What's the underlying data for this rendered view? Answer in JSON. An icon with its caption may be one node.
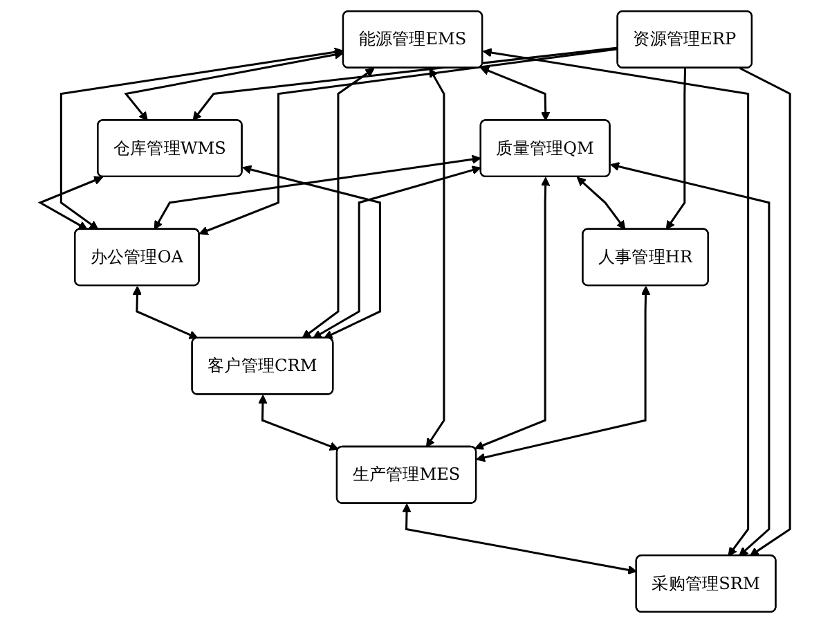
{
  "diagram": {
    "nodes": [
      {
        "text": [
          "能源管理EMS"
        ]
      },
      {
        "text": [
          "质量管理QM"
        ]
      },
      {
        "text": [
          "仓库管理WMS"
        ]
      },
      {
        "text": [
          "资源管理ERP"
        ]
      },
      {
        "text": [
          "人事管理HR"
        ]
      },
      {
        "text": [
          "办公管理OA"
        ]
      },
      {
        "text": [
          "采购管理SRM"
        ]
      },
      {
        "text": [
          "客户管理CRM"
        ]
      },
      {
        "text": [
          "生产管理MES"
        ]
      }
    ],
    "edges": [
      {
        "from": 0,
        "to": 1,
        "arrow": "both"
      },
      {
        "from": 0,
        "to": 2,
        "arrow": "both"
      },
      {
        "from": 1,
        "to": 4,
        "arrow": "both"
      },
      {
        "from": 2,
        "to": 5,
        "arrow": "both"
      },
      {
        "from": 5,
        "to": 7,
        "arrow": "both"
      },
      {
        "from": 7,
        "to": 8,
        "arrow": "both"
      },
      {
        "from": 8,
        "to": 6,
        "arrow": "both"
      },
      {
        "from": 0,
        "to": 5,
        "arrow": "both"
      },
      {
        "from": 0,
        "to": 7,
        "arrow": "both"
      },
      {
        "from": 0,
        "to": 8,
        "arrow": "both"
      },
      {
        "from": 0,
        "to": 6,
        "arrow": "both"
      },
      {
        "from": 1,
        "to": 5,
        "arrow": "both"
      },
      {
        "from": 1,
        "to": 7,
        "arrow": "both"
      },
      {
        "from": 1,
        "to": 8,
        "arrow": "both"
      },
      {
        "from": 1,
        "to": 6,
        "arrow": "both"
      },
      {
        "from": 2,
        "to": 7,
        "arrow": "both"
      },
      {
        "from": 4,
        "to": 8,
        "arrow": "both"
      },
      {
        "from": 3,
        "to": 2,
        "arrow": "to"
      },
      {
        "from": 3,
        "to": 4,
        "arrow": "to"
      },
      {
        "from": 3,
        "to": 5,
        "arrow": "to"
      },
      {
        "from": 3,
        "to": 6,
        "arrow": "to"
      }
    ]
  }
}
